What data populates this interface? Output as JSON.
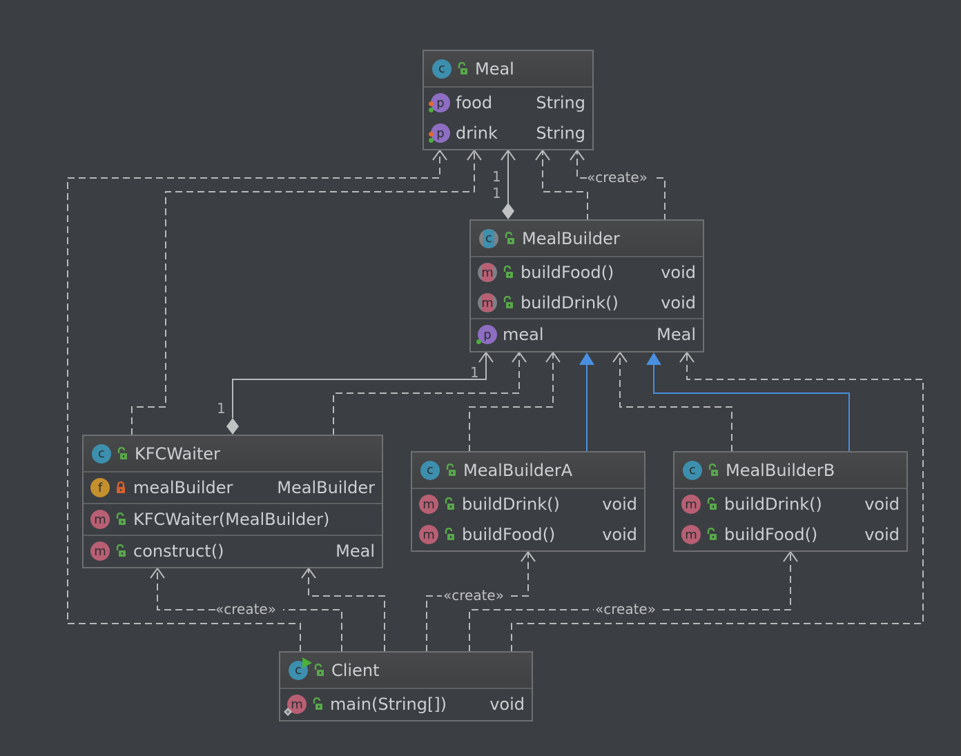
{
  "diagram": {
    "type": "UML class diagram",
    "theme_colors": {
      "background": "#3b3e42",
      "border": "#6e7072",
      "edge": "#b8babc",
      "inheritance": "#4a8fe0",
      "class_icon": "#3d8fae",
      "method_icon": "#b85f74",
      "property_icon": "#8d6ec2",
      "field_icon": "#c4902e",
      "public_lock": "#58a84a",
      "private_lock": "#d4622f"
    },
    "classes": {
      "meal": {
        "name": "Meal",
        "kind": "class",
        "properties": [
          {
            "icon": "p",
            "name": "food",
            "type": "String"
          },
          {
            "icon": "p",
            "name": "drink",
            "type": "String"
          }
        ]
      },
      "mealbuilder": {
        "name": "MealBuilder",
        "kind": "abstract-class",
        "methods": [
          {
            "icon": "m",
            "name": "buildFood()",
            "type": "void"
          },
          {
            "icon": "m",
            "name": "buildDrink()",
            "type": "void"
          }
        ],
        "properties": [
          {
            "icon": "p",
            "name": "meal",
            "type": "Meal"
          }
        ]
      },
      "kfcwaiter": {
        "name": "KFCWaiter",
        "kind": "class",
        "fields": [
          {
            "icon": "f",
            "name": "mealBuilder",
            "type": "MealBuilder"
          }
        ],
        "constructors": [
          {
            "icon": "m",
            "name": "KFCWaiter(MealBuilder)",
            "type": ""
          }
        ],
        "methods": [
          {
            "icon": "m",
            "name": "construct()",
            "type": "Meal"
          }
        ]
      },
      "mealbuildera": {
        "name": "MealBuilderA",
        "kind": "class",
        "methods": [
          {
            "icon": "m",
            "name": "buildDrink()",
            "type": "void"
          },
          {
            "icon": "m",
            "name": "buildFood()",
            "type": "void"
          }
        ]
      },
      "mealbuilderb": {
        "name": "MealBuilderB",
        "kind": "class",
        "methods": [
          {
            "icon": "m",
            "name": "buildDrink()",
            "type": "void"
          },
          {
            "icon": "m",
            "name": "buildFood()",
            "type": "void"
          }
        ]
      },
      "client": {
        "name": "Client",
        "kind": "runnable-class",
        "methods": [
          {
            "icon": "m",
            "name": "main(String[])",
            "type": "void"
          }
        ]
      }
    },
    "labels": {
      "create": "«create»",
      "mult_one": "1"
    },
    "relations": [
      {
        "from": "MealBuilder",
        "to": "Meal",
        "type": "composition",
        "from_mult": "1",
        "to_mult": "1"
      },
      {
        "from": "MealBuilder",
        "to": "Meal",
        "type": "create"
      },
      {
        "from": "MealBuilder",
        "to": "Meal",
        "type": "dependency"
      },
      {
        "from": "KFCWaiter",
        "to": "Meal",
        "type": "dependency"
      },
      {
        "from": "Client",
        "to": "Meal",
        "type": "dependency"
      },
      {
        "from": "KFCWaiter",
        "to": "MealBuilder",
        "type": "composition",
        "from_mult": "1",
        "to_mult": "1"
      },
      {
        "from": "KFCWaiter",
        "to": "MealBuilder",
        "type": "dependency"
      },
      {
        "from": "MealBuilderA",
        "to": "MealBuilder",
        "type": "inheritance"
      },
      {
        "from": "MealBuilderA",
        "to": "MealBuilder",
        "type": "dependency"
      },
      {
        "from": "MealBuilderB",
        "to": "MealBuilder",
        "type": "inheritance"
      },
      {
        "from": "MealBuilderB",
        "to": "MealBuilder",
        "type": "dependency"
      },
      {
        "from": "Client",
        "to": "MealBuilder",
        "type": "dependency"
      },
      {
        "from": "Client",
        "to": "KFCWaiter",
        "type": "create"
      },
      {
        "from": "Client",
        "to": "KFCWaiter",
        "type": "dependency"
      },
      {
        "from": "Client",
        "to": "MealBuilderA",
        "type": "create"
      },
      {
        "from": "Client",
        "to": "MealBuilderB",
        "type": "create"
      }
    ]
  }
}
